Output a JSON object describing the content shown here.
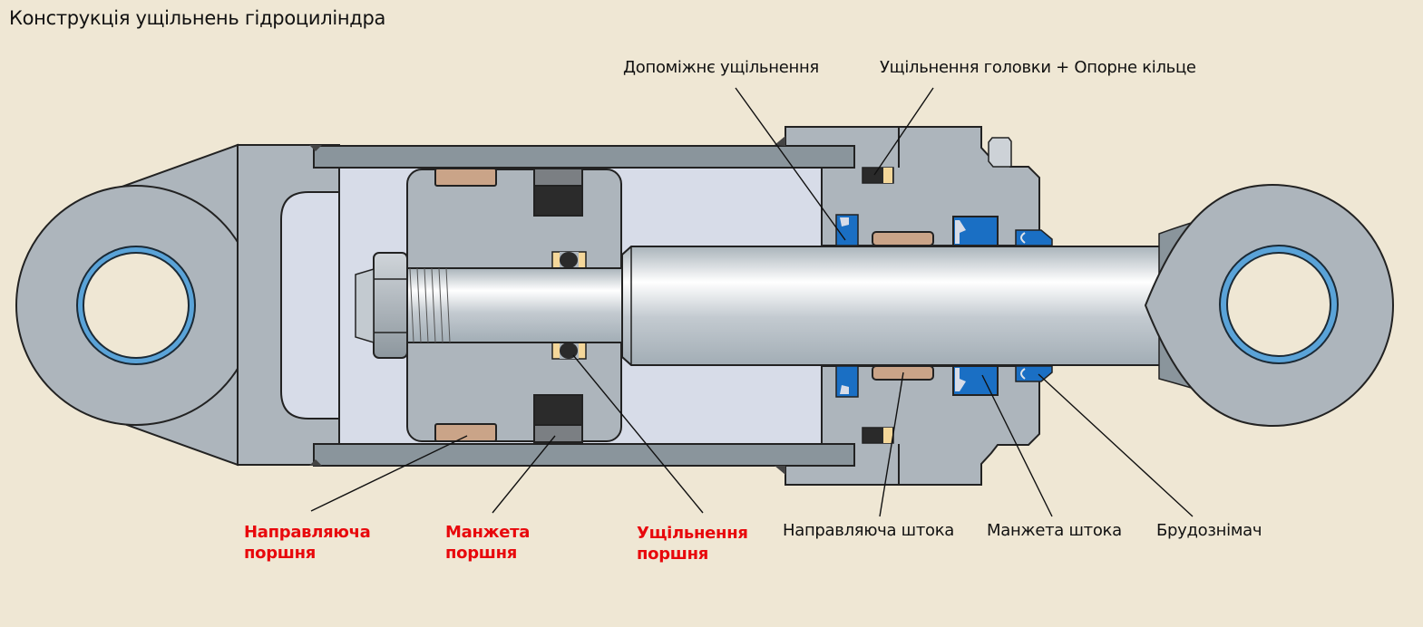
{
  "title": "Конструкція ущільнень гідроциліндра",
  "colors": {
    "background": "#efe7d4",
    "metal_body": "#adb5bc",
    "metal_dark": "#8a959c",
    "chamber": "#d7dce8",
    "seal_blue": "#1a6fc4",
    "eye_bushing": "#5aa3d8",
    "guide_ring": "#caa488",
    "backup_ring": "#f4d79a",
    "oring": "#2a2a2a",
    "highlight_label": "#e8080c"
  },
  "labels": {
    "top": [
      {
        "id": "auxiliary-seal",
        "text": "Допоміжнє ущільнення"
      },
      {
        "id": "head-seal-backup-ring",
        "text": "Ущільнення головки + Опорне кільце"
      }
    ],
    "bottom_highlighted": [
      {
        "id": "piston-guide",
        "line1": "Направляюча",
        "line2": "поршня"
      },
      {
        "id": "piston-cuff",
        "line1": "Манжета",
        "line2": "поршня"
      },
      {
        "id": "piston-seal",
        "line1": "Ущільнення",
        "line2": "поршня"
      }
    ],
    "bottom": [
      {
        "id": "rod-guide",
        "text": "Направляюча штока"
      },
      {
        "id": "rod-cuff",
        "text": "Манжета штока"
      },
      {
        "id": "wiper",
        "text": "Брудознімач"
      }
    ]
  }
}
